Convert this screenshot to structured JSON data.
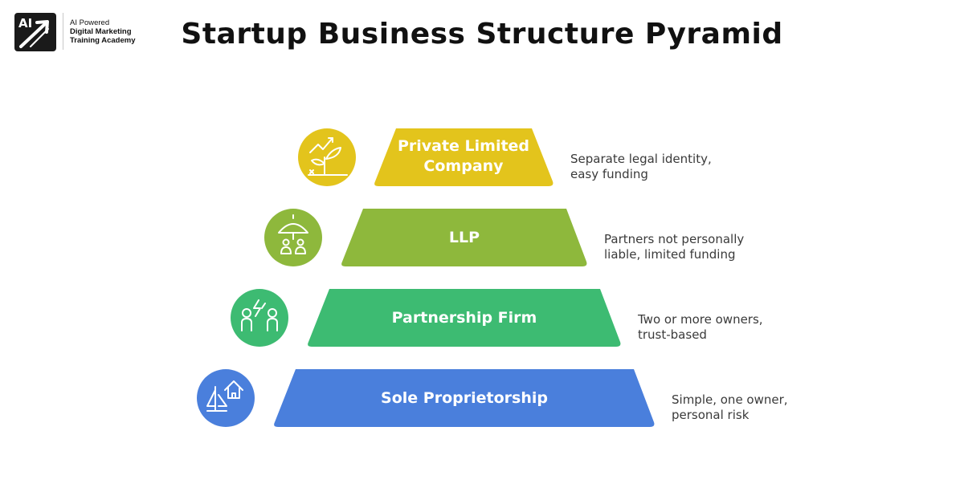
{
  "header": {
    "logo_mark": "AI",
    "logo_line1": "AI Powered",
    "logo_line2": "Digital Marketing",
    "logo_line3": "Training Academy",
    "title": "Startup Business Structure Pyramid"
  },
  "tiers": [
    {
      "label_line1": "Private Limited",
      "label_line2": "Company",
      "desc_line1": "Separate legal identity,",
      "desc_line2": "easy funding",
      "color": "#e3c41c",
      "icon": "growth-plant-icon"
    },
    {
      "label_line1": "LLP",
      "label_line2": "",
      "desc_line1": "Partners not personally",
      "desc_line2": "liable, limited funding",
      "color": "#8eb83c",
      "icon": "umbrella-people-icon"
    },
    {
      "label_line1": "Partnership Firm",
      "label_line2": "",
      "desc_line1": "Two or more owners,",
      "desc_line2": "trust-based",
      "color": "#3dbb72",
      "icon": "two-people-conflict-icon"
    },
    {
      "label_line1": "Sole Proprietorship",
      "label_line2": "",
      "desc_line1": "Simple, one owner,",
      "desc_line2": "personal risk",
      "color": "#4a7fdc",
      "icon": "house-sailboat-icon"
    }
  ]
}
